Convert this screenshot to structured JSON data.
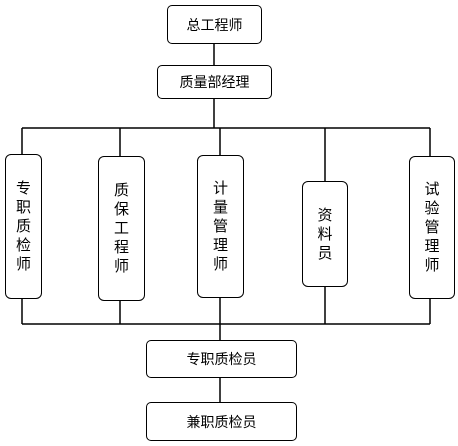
{
  "diagram": {
    "top": "总工程师",
    "manager": "质量部经理",
    "roles": [
      "专职质检师",
      "质保工程师",
      "计量管理师",
      "资料员",
      "试验管理师"
    ],
    "fulltime": "专职质检员",
    "parttime": "兼职质检员"
  }
}
